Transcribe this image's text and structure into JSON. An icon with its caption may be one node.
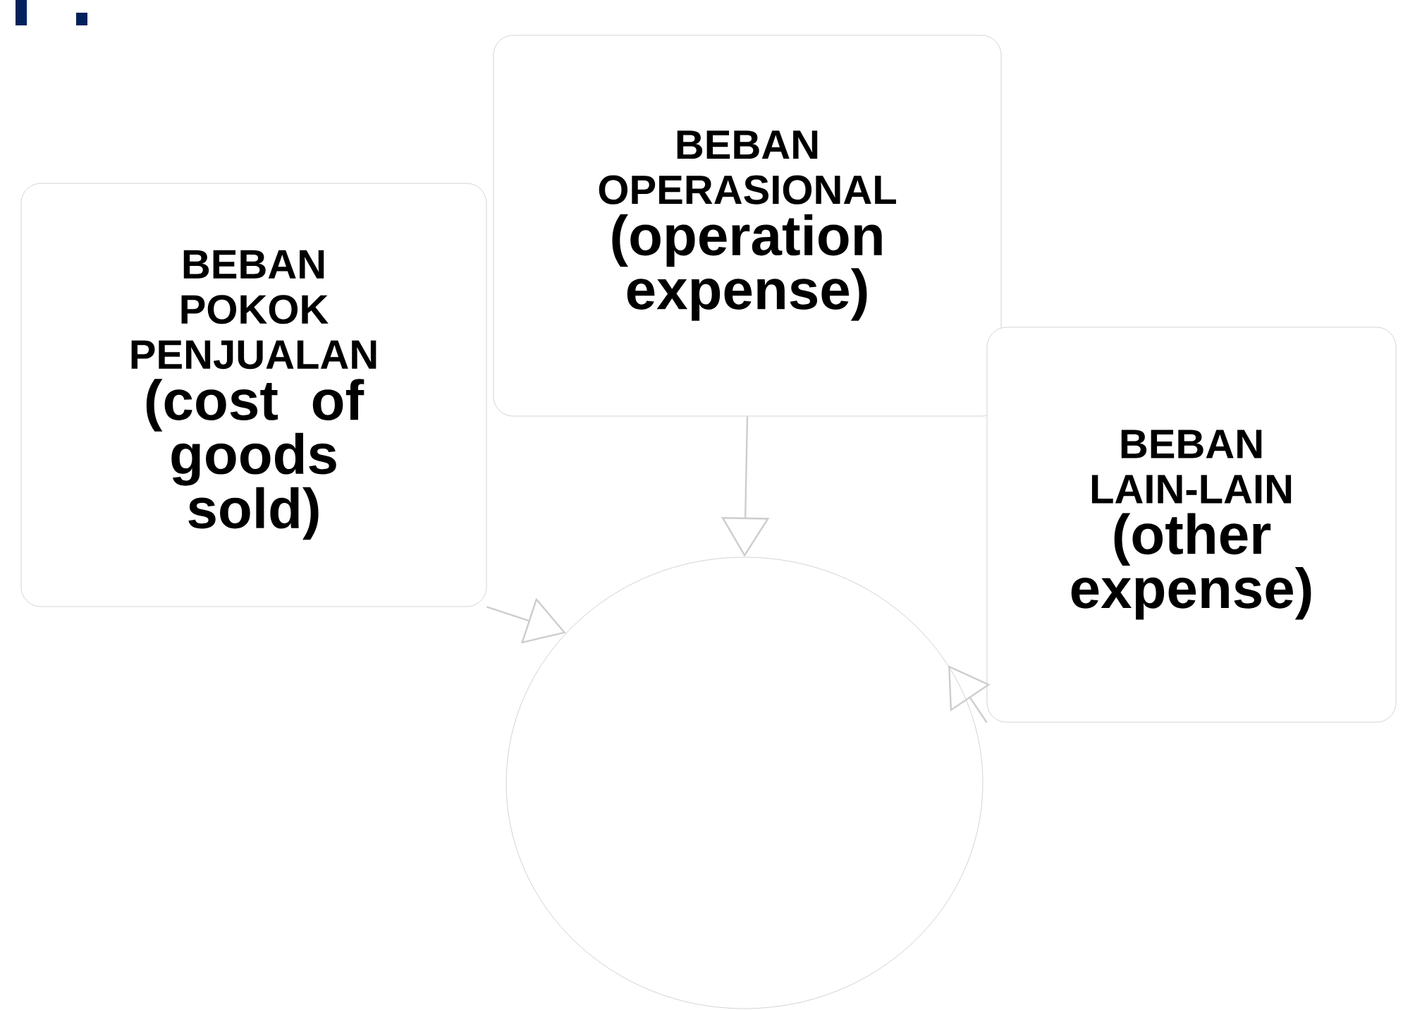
{
  "diagram": {
    "nodes": [
      {
        "text": [
          "BEBAN POKOK PENJUALAN",
          "(cost of goods sold)"
        ]
      },
      {
        "text": [
          "BEBAN OPERASIONAL",
          "(operation expense)"
        ]
      },
      {
        "text": [
          "BEBAN LAIN-LAIN",
          "(other expense)"
        ]
      },
      {
        "text": [],
        "shape": "circle"
      }
    ],
    "edges": [
      {
        "from": 0,
        "to": 3,
        "arrow": "to"
      },
      {
        "from": 1,
        "to": 3,
        "arrow": "to"
      },
      {
        "from": 2,
        "to": 3,
        "arrow": "to"
      }
    ]
  }
}
